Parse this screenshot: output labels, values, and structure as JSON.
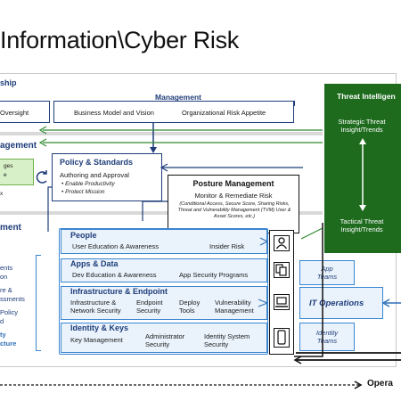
{
  "title": "Information\\Cyber Risk",
  "sections": {
    "leadership": "ship",
    "management_band": "agement",
    "lower_band": "ment"
  },
  "management": {
    "label": "Management",
    "left_item": "Oversight",
    "items": [
      "Business Model and Vision",
      "Organizational Risk Appetite"
    ]
  },
  "policy": {
    "title": "Policy & Standards",
    "subtitle": "Authoring and Approval",
    "bullets": [
      "Enable Productivity",
      "Protect Mission"
    ]
  },
  "green_box": {
    "lines": [
      "ges",
      "e"
    ],
    "partial": "x"
  },
  "posture": {
    "title": "Posture Management",
    "subtitle": "Monitor & Remediate Risk",
    "details": "(Conditional Access, Secure Score, Sharing Risks, Threat and Vulnerability Management (TVM) User & Asset Scores, etc.)"
  },
  "threat": {
    "title": "Threat Intelligen",
    "strategic": [
      "Strategic Threat",
      "Insight/Trends"
    ],
    "tactical": [
      "Tactical Threat",
      "Insight/Trends"
    ]
  },
  "rows": [
    {
      "title": "People",
      "items": [
        "User Education & Awareness",
        "Insider Risk"
      ]
    },
    {
      "title": "Apps & Data",
      "items": [
        "Dev Education & Awareness",
        "App Security Programs"
      ]
    },
    {
      "title": "Infrastructure & Endpoint",
      "items": [
        "Infrastructure &",
        "Network Security",
        "Endpoint",
        "Security",
        "Deploy",
        "Tools",
        "Vulnerability",
        "Management"
      ]
    },
    {
      "title": "Identity & Keys",
      "items": [
        "Key Management",
        "Administrator",
        "Security",
        "Identity System",
        "Security"
      ]
    }
  ],
  "teams": {
    "app": [
      "App",
      "Teams"
    ],
    "it_ops": "IT Operations",
    "identity": [
      "Identity",
      "Teams"
    ]
  },
  "left_column": [
    "ents",
    "on",
    "re &",
    "ssments",
    "Policy",
    "d",
    "ty",
    "cture"
  ],
  "footer": "Opera",
  "colors": {
    "navy": "#1f3d7a",
    "light_blue": "#3a85d0",
    "green": "#1e6b1e",
    "light_green": "#d8f0c8",
    "band_grey": "#d9d9d9"
  },
  "icons": [
    "person-icon",
    "documents-icon",
    "laptop-icon",
    "phone-icon"
  ]
}
